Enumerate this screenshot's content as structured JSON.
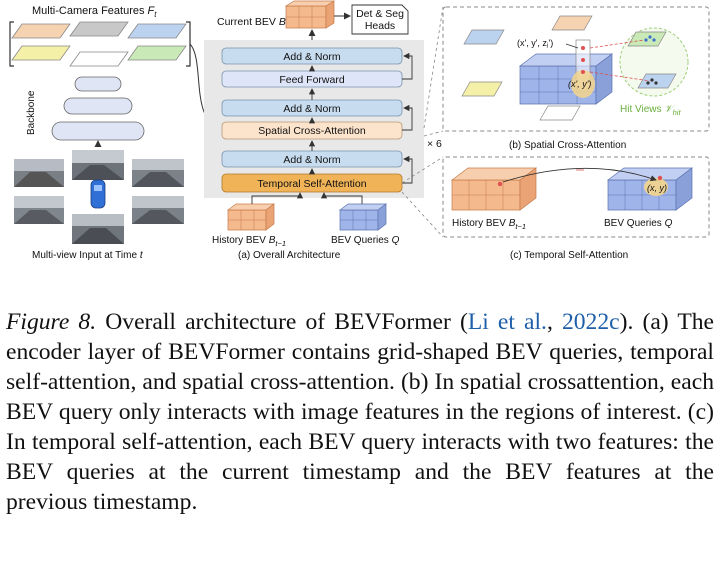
{
  "left_panel": {
    "features_title": "Multi-Camera Features",
    "features_symbol": "F",
    "features_sub": "t",
    "backbone_label": "Backbone",
    "input_label_prefix": "Multi-view Input at Time",
    "input_label_var": "t"
  },
  "panel_a": {
    "current_bev_prefix": "Current BEV",
    "current_bev_symbol": "B",
    "current_bev_sub": "t",
    "heads_line1": "Det & Seg",
    "heads_line2": "Heads",
    "layers": [
      "Add & Norm",
      "Feed Forward",
      "Add & Norm",
      "Spatial Cross-Attention",
      "Add & Norm",
      "Temporal Self-Attention"
    ],
    "repeat_label": "× 6",
    "history_prefix": "History BEV",
    "history_symbol": "B",
    "history_sub": "t−1",
    "queries_prefix": "BEV Queries",
    "queries_symbol": "Q",
    "caption": "(a) Overall Architecture"
  },
  "panel_b": {
    "point_3d": "(x', y', zⱼ')",
    "point_2d": "(x', y')",
    "hit_views_prefix": "Hit Views",
    "hit_views_symbol": "𝒱",
    "hit_views_sub": "hit",
    "caption": "(b) Spatial Cross-Attention"
  },
  "panel_c": {
    "history_prefix": "History BEV",
    "history_symbol": "B",
    "history_sub": "t−1",
    "queries_prefix": "BEV Queries",
    "queries_symbol": "Q",
    "point": "(x, y)",
    "caption": "(c) Temporal Self-Attention"
  },
  "caption": {
    "lead": "Figure 8.",
    "text1": " Overall architecture of BEVFormer (",
    "cite_author": "Li et al.",
    "cite_sep": ", ",
    "cite_year": "2022c",
    "text2": "). (a) The encoder layer of BEVFormer contains grid-shaped BEV queries, temporal self-attention, and spatial cross-attention. (b) In spatial crossattention, each BEV query only interacts with image features in the regions of interest. (c) In temporal self-attention, each BEV query interacts with two features: the BEV queries at the current timestamp and the BEV features at the previous timestamp."
  },
  "colors": {
    "plane_orange": "#f6d3b0",
    "plane_yellow": "#f5f0a8",
    "plane_blue": "#bcd3f0",
    "plane_green": "#c9e9b6",
    "bev_orange": "#f4b98d",
    "bev_blue": "#9fb4e8",
    "layer_blue": "#c8dcef",
    "layer_peach": "#fbe3cc",
    "layer_orange": "#f0b357",
    "dashed_box": "#888888"
  }
}
